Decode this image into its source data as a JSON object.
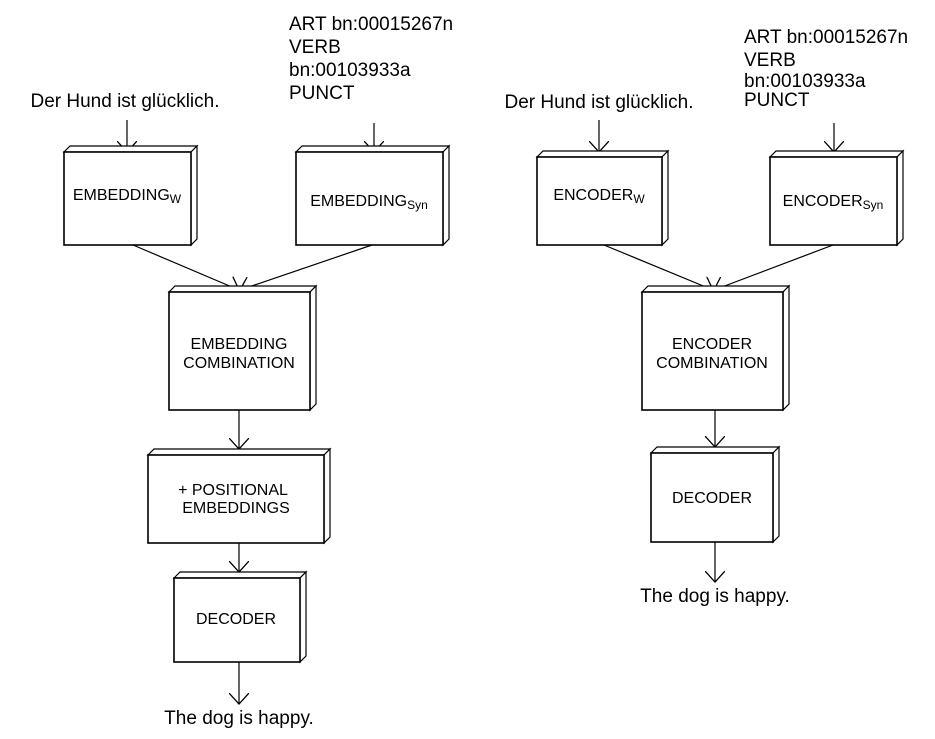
{
  "left": {
    "input_sentence": "Der Hund ist glücklich.",
    "syntax_lines": [
      "ART bn:00015267n",
      "VERB",
      "bn:00103933a",
      "PUNCT"
    ],
    "embedding_w": {
      "main": "EMBEDDING",
      "sub": "W"
    },
    "embedding_syn": {
      "main": "EMBEDDING",
      "sub": "Syn"
    },
    "combination": [
      "EMBEDDING",
      "COMBINATION"
    ],
    "positional": [
      "+ POSITIONAL",
      "EMBEDDINGS"
    ],
    "decoder": "DECODER",
    "output_sentence": "The dog is happy."
  },
  "right": {
    "input_sentence": "Der Hund ist glücklich.",
    "syntax_lines": [
      "ART bn:00015267n",
      "VERB",
      "bn:00103933a",
      "PUNCT"
    ],
    "encoder_w": {
      "main": "ENCODER",
      "sub": "W"
    },
    "encoder_syn": {
      "main": "ENCODER",
      "sub": "Syn"
    },
    "combination": [
      "ENCODER",
      "COMBINATION"
    ],
    "decoder": "DECODER",
    "output_sentence": "The dog is happy."
  }
}
